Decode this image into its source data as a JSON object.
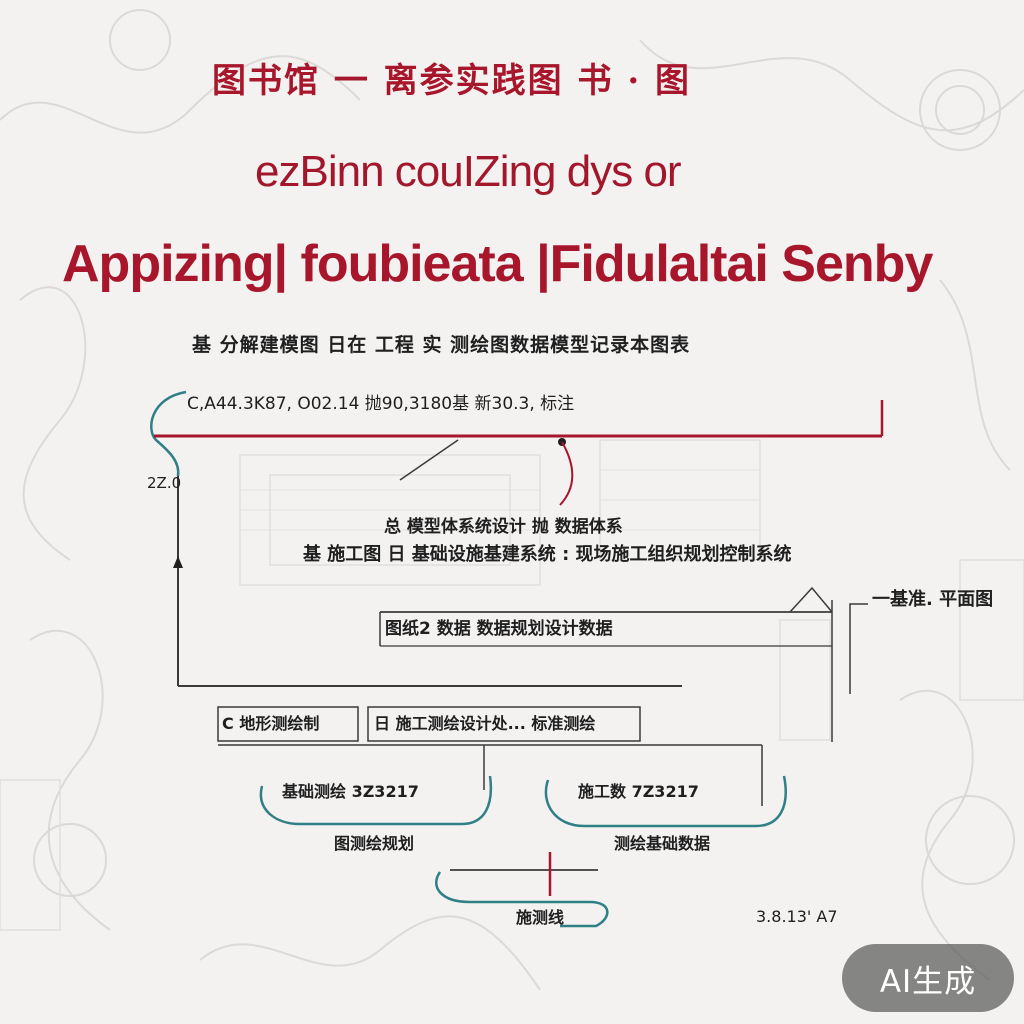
{
  "header": {
    "cn_title": "图书馆 一 离参实践图 书 · 图",
    "title_line1": "ezBinn couIZing dys  or",
    "title_line2": "Appizing| foubieata  |Fidulaltai Senby",
    "subtitle": "基  分解建模图  日在  工程  实  测绘图数据模型记录本图表"
  },
  "diagram": {
    "coord_text": "C,A44.3K87,  O02.14 抛90,3180基   新30.3,  标注",
    "side_number": "2Z.0",
    "mid_line1": "总 模型体系统设计 抛 数据体系",
    "mid_line2": "基  施工图 日 基础设施基建系统 : 现场施工组织规划控制系统",
    "bar_label": "图纸2 数据 数据规划设计数据",
    "right_label": "一基准. 平面图",
    "box_left_label": "C 地形测绘制",
    "box_right_label": "日 施工测绘设计处... 标准测绘",
    "curve_left_label": "基础测绘    3Z3217",
    "curve_right_label": "施工数   7Z3217",
    "label_left": "图测绘规划",
    "label_right": "测绘基础数据",
    "label_bottom": "施测线",
    "bottom_number": "3.8.13' A7"
  },
  "colors": {
    "accent_red": "#a8162c",
    "teal": "#2f7f86",
    "line_dark": "#3a3a3a"
  },
  "badge": {
    "label": "AI生成"
  }
}
